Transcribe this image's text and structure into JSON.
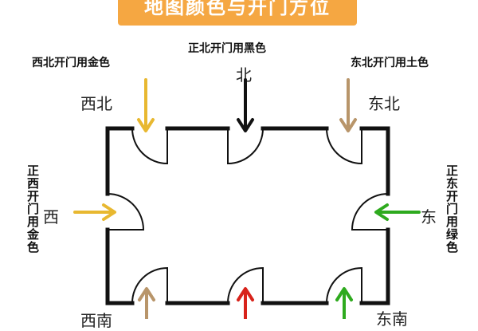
{
  "title": "地图颜色与开门方位",
  "labels": {
    "northwest_rule": "西北开门用金色",
    "north_rule": "正北开门用黑色",
    "northeast_rule": "东北开门用土色",
    "west_rule": "正西开门用金色",
    "east_rule": "正东开门用绿色"
  },
  "directions": {
    "northwest": "西北",
    "north": "北",
    "northeast": "东北",
    "west": "西",
    "east": "东",
    "southwest": "西南",
    "southeast": "东南"
  },
  "colors": {
    "gold": "#e8b830",
    "black": "#111111",
    "earth": "#b8956a",
    "green": "#2eaa1e",
    "red": "#d8231b",
    "banner": "#f5a742"
  }
}
